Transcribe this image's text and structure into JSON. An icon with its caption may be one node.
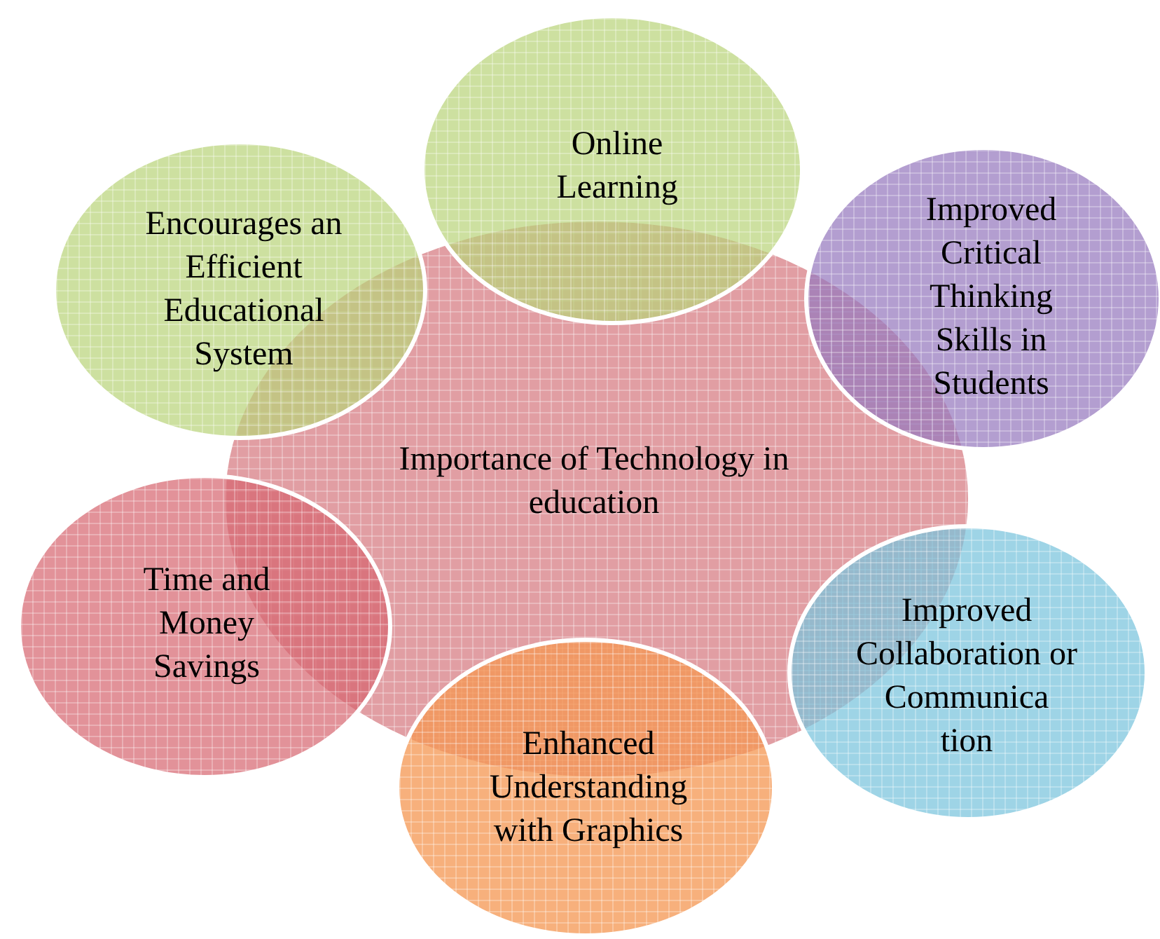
{
  "diagram": {
    "nodes": [
      {
        "text": [
          "Importance of Technology in education"
        ]
      },
      {
        "text": [
          "Online Learning"
        ]
      },
      {
        "text": [
          "Encourages an Efficient Educational System"
        ]
      },
      {
        "text": [
          "Improved Critical Thinking Skills in Students"
        ]
      },
      {
        "text": [
          "Time and Money Savings"
        ]
      },
      {
        "text": [
          "Improved Collaboration or Communica tion"
        ]
      },
      {
        "text": [
          "Enhanced Understanding with Graphics"
        ]
      }
    ]
  }
}
